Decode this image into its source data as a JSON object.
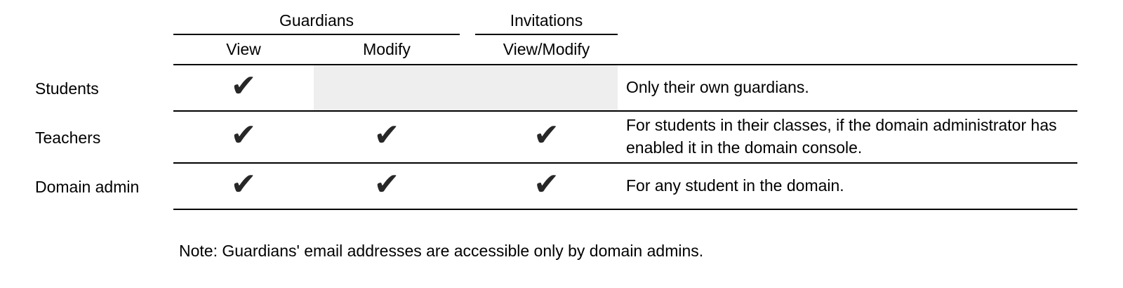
{
  "table": {
    "check_glyph": "✔",
    "column_groups": [
      {
        "label": "Guardians",
        "columns": [
          "View",
          "Modify"
        ]
      },
      {
        "label": "Invitations",
        "columns": [
          "View/Modify"
        ]
      }
    ],
    "subheaders": {
      "view": "View",
      "modify": "Modify",
      "view_modify": "View/Modify"
    },
    "rows": [
      {
        "label": "Students",
        "guardians_view": true,
        "guardians_modify": false,
        "invitations_view_modify": false,
        "disabled_cells_shaded": true,
        "note": "Only their own guardians."
      },
      {
        "label": "Teachers",
        "guardians_view": true,
        "guardians_modify": true,
        "invitations_view_modify": true,
        "disabled_cells_shaded": false,
        "note": "For students in their classes, if the domain administrator has enabled it in the domain console."
      },
      {
        "label": "Domain admin",
        "guardians_view": true,
        "guardians_modify": true,
        "invitations_view_modify": true,
        "disabled_cells_shaded": false,
        "note": "For any student in the domain."
      }
    ]
  },
  "footer_note": "Note: Guardians' email addresses are accessible only by domain admins.",
  "colors": {
    "shaded_cell": "#eeeeee",
    "rule_line": "#000000",
    "check": "#272727",
    "text": "#000000",
    "background": "#ffffff"
  }
}
